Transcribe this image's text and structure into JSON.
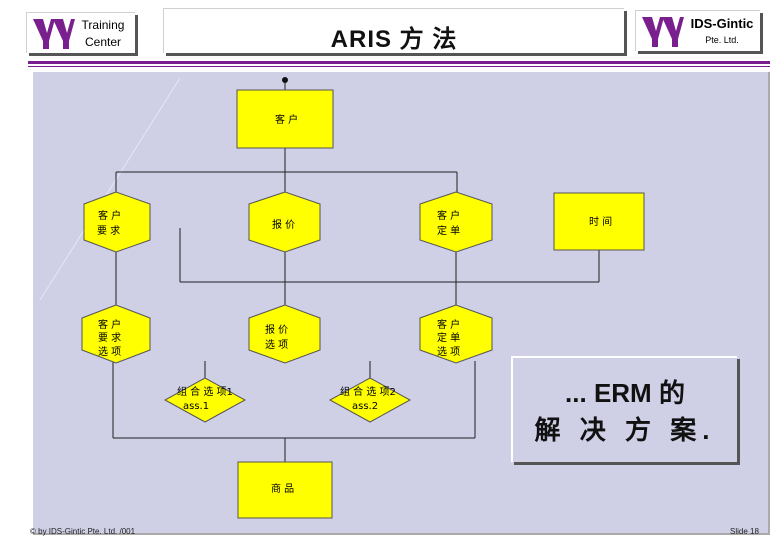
{
  "header": {
    "left_logo_line1": "Training",
    "left_logo_line2": "Center",
    "title": "ARIS  方 法",
    "right_logo_line1": "IDS-Gintic",
    "right_logo_line2": "Pte. Ltd."
  },
  "diagram": {
    "nodes": {
      "customer": "客 户",
      "cust_req_l1": "客 户",
      "cust_req_l2": "要 求",
      "quote": "报 价",
      "cust_order_l1": "客 户",
      "cust_order_l2": "定 单",
      "time": "时 间",
      "req_opt_l1": "客 户",
      "req_opt_l2": "要 求",
      "req_opt_l3": "选 项",
      "quote_opt_l1": "报 价",
      "quote_opt_l2": "选 项",
      "order_opt_l1": "客 户",
      "order_opt_l2": "定 单",
      "order_opt_l3": "选 项",
      "combo1_l1": "组 合 选 项1",
      "combo1_l2": "ass.1",
      "combo2_l1": "组 合 选 项2",
      "combo2_l2": "ass.2",
      "product": "商 品"
    }
  },
  "callout": {
    "line1": "... ERM 的",
    "line2": "解 决 方 案."
  },
  "footer": {
    "copyright": "© by IDS-Gintic Pte. Ltd. /001",
    "slide": "Slide 18"
  },
  "colors": {
    "panel": "#cfcfe6",
    "entity_fill": "#ffff00",
    "relation_fill": "#ffff00",
    "rule": "#7a1f8e"
  }
}
